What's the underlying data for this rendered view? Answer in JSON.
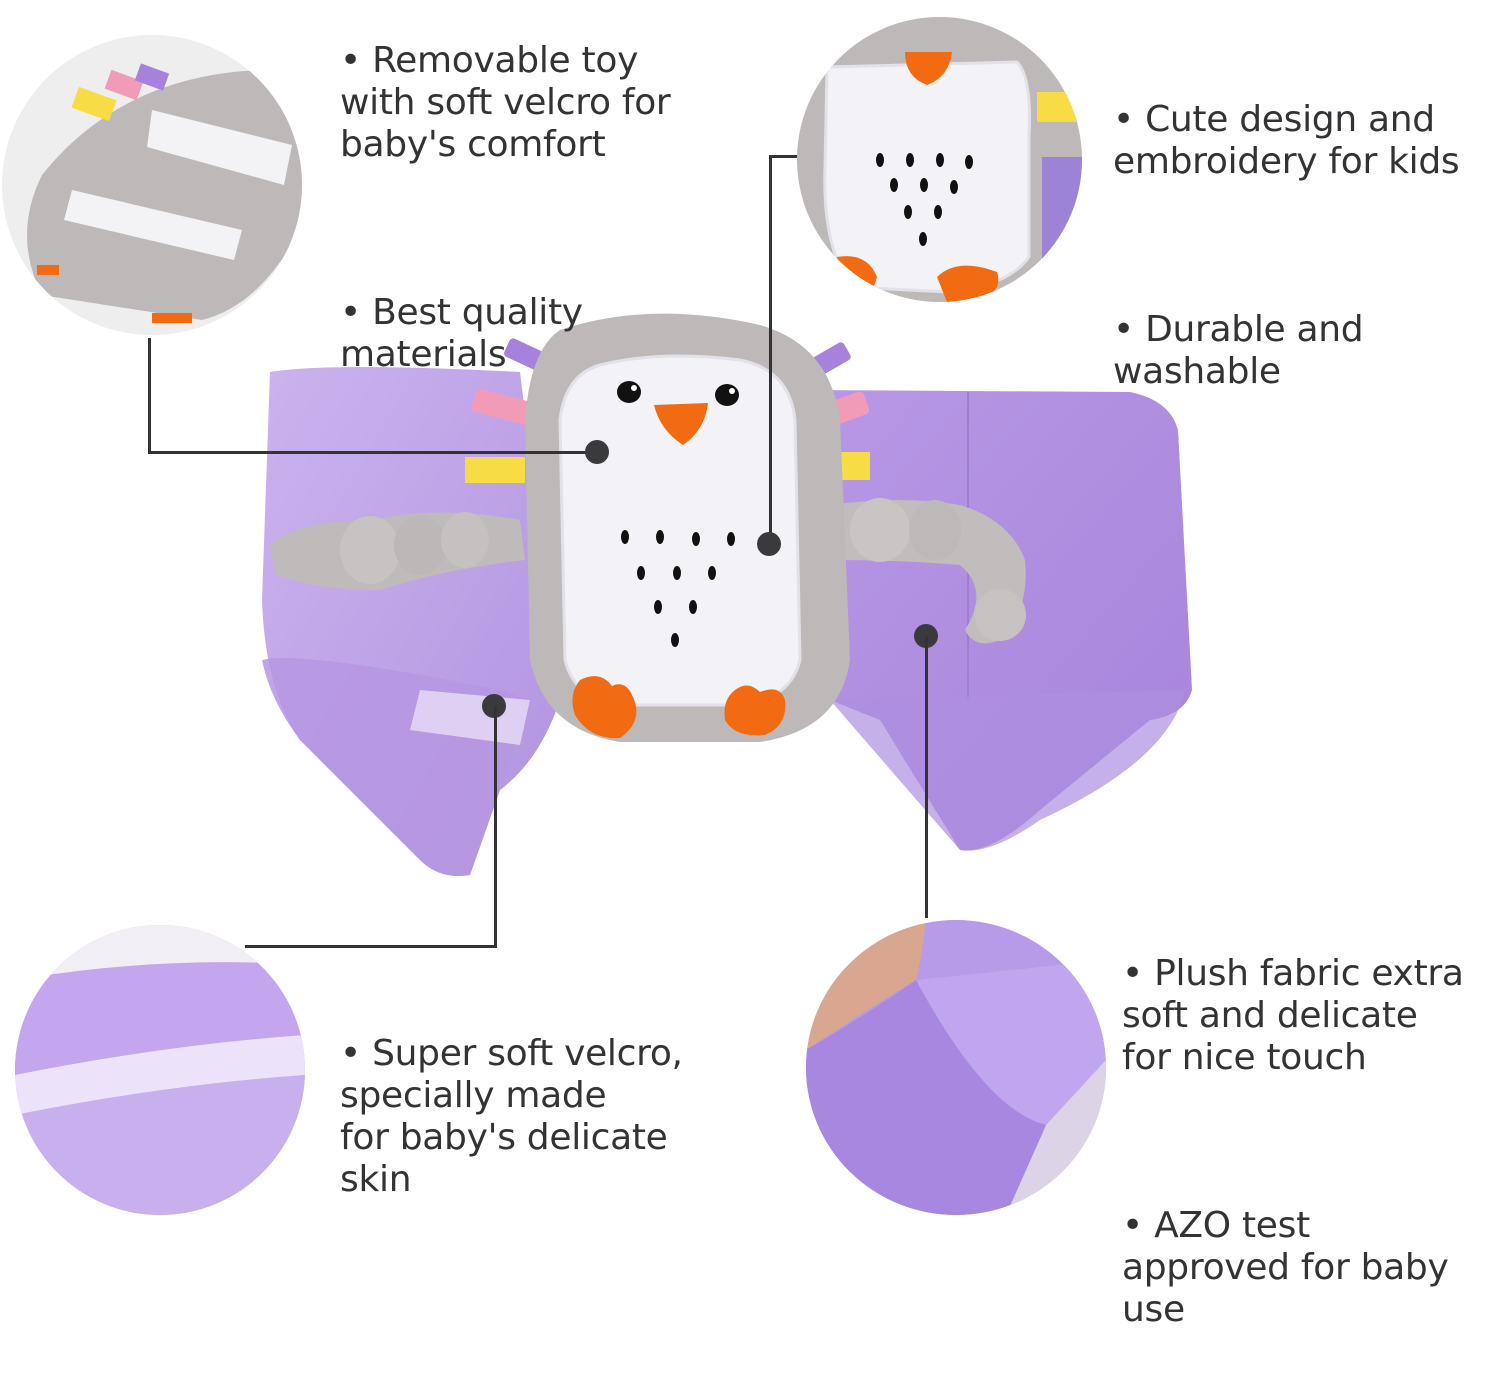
{
  "features": {
    "top_left": {
      "bullets": [
        "• Removable toy\nwith soft velcro for\nbaby's comfort",
        "• Best quality\nmaterials"
      ]
    },
    "top_right": {
      "bullets": [
        "• Cute design and\nembroidery for kids",
        "•  Durable and\nwashable"
      ]
    },
    "bottom_left": {
      "bullets": [
        "• Super soft velcro,\nspecially made\nfor baby's delicate\nskin"
      ]
    },
    "bottom_right": {
      "bullets": [
        "• Plush fabric extra\nsoft and delicate\nfor nice touch",
        "•  AZO test\napproved for baby\nuse"
      ]
    }
  },
  "callouts": [
    {
      "name": "toy-back-velcro",
      "description": "grey toy back with white velcro strips"
    },
    {
      "name": "toy-front-embroidery",
      "description": "penguin belly with embroidered dots and orange feet"
    },
    {
      "name": "belt-velcro",
      "description": "purple belt with soft white velcro strip"
    },
    {
      "name": "plush-fabric",
      "description": "purple plush fabric pinched by fingers"
    }
  ],
  "colors": {
    "text": "#333335",
    "connector": "#333335",
    "belt_purple": "#b89be3",
    "toy_grey": "#bdb9b9",
    "belly_white": "#f3f2f6",
    "beak_orange": "#f26a12",
    "tag_yellow": "#f7dc45",
    "tag_pink": "#f29bb9",
    "tag_violet": "#a682dc"
  }
}
